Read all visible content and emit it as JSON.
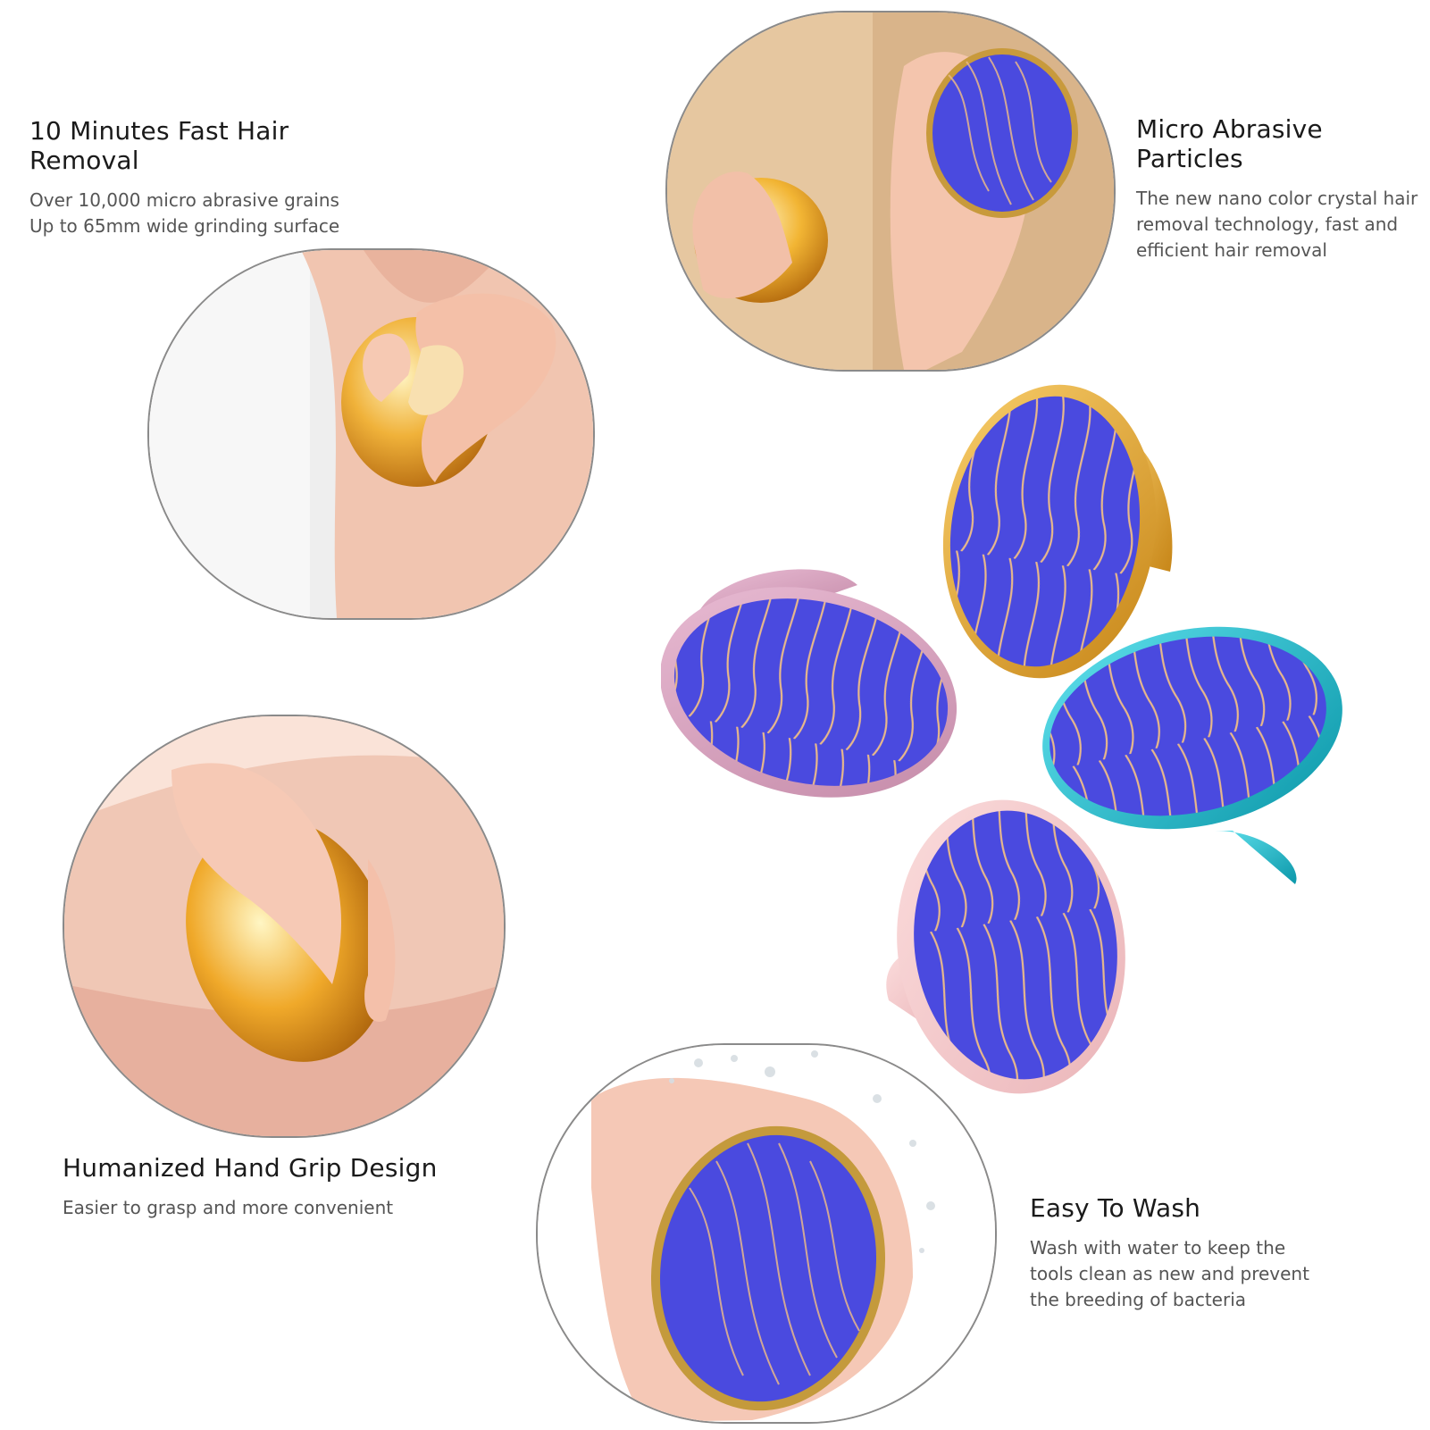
{
  "features": [
    {
      "title": "10 Minutes Fast Hair Removal",
      "lines": [
        "Over 10,000 micro abrasive grains",
        "Up to 65mm wide grinding surface"
      ]
    },
    {
      "title": "Micro Abrasive Particles",
      "lines": [
        "The new nano color crystal hair",
        "removal technology, fast and",
        "efficient hair removal"
      ]
    },
    {
      "title": "Humanized Hand Grip Design",
      "lines": [
        "Easier to grasp and more convenient"
      ]
    },
    {
      "title": "Easy To Wash",
      "lines": [
        "Wash with water to keep the",
        "tools clean as new and prevent",
        "the breeding of bacteria"
      ]
    }
  ],
  "colors": {
    "pad_blue": "#4a4adf",
    "pad_line": "#e8b88a",
    "gold": "#e0a02a",
    "rose": "#d9a0c0",
    "teal": "#1ab8c8",
    "pink": "#f4c9cc",
    "skin": "#f2c4b0"
  },
  "products": [
    {
      "name": "gold-eraser",
      "finish": "gold"
    },
    {
      "name": "rose-eraser",
      "finish": "rose"
    },
    {
      "name": "teal-eraser",
      "finish": "teal"
    },
    {
      "name": "pink-eraser",
      "finish": "pink"
    }
  ]
}
